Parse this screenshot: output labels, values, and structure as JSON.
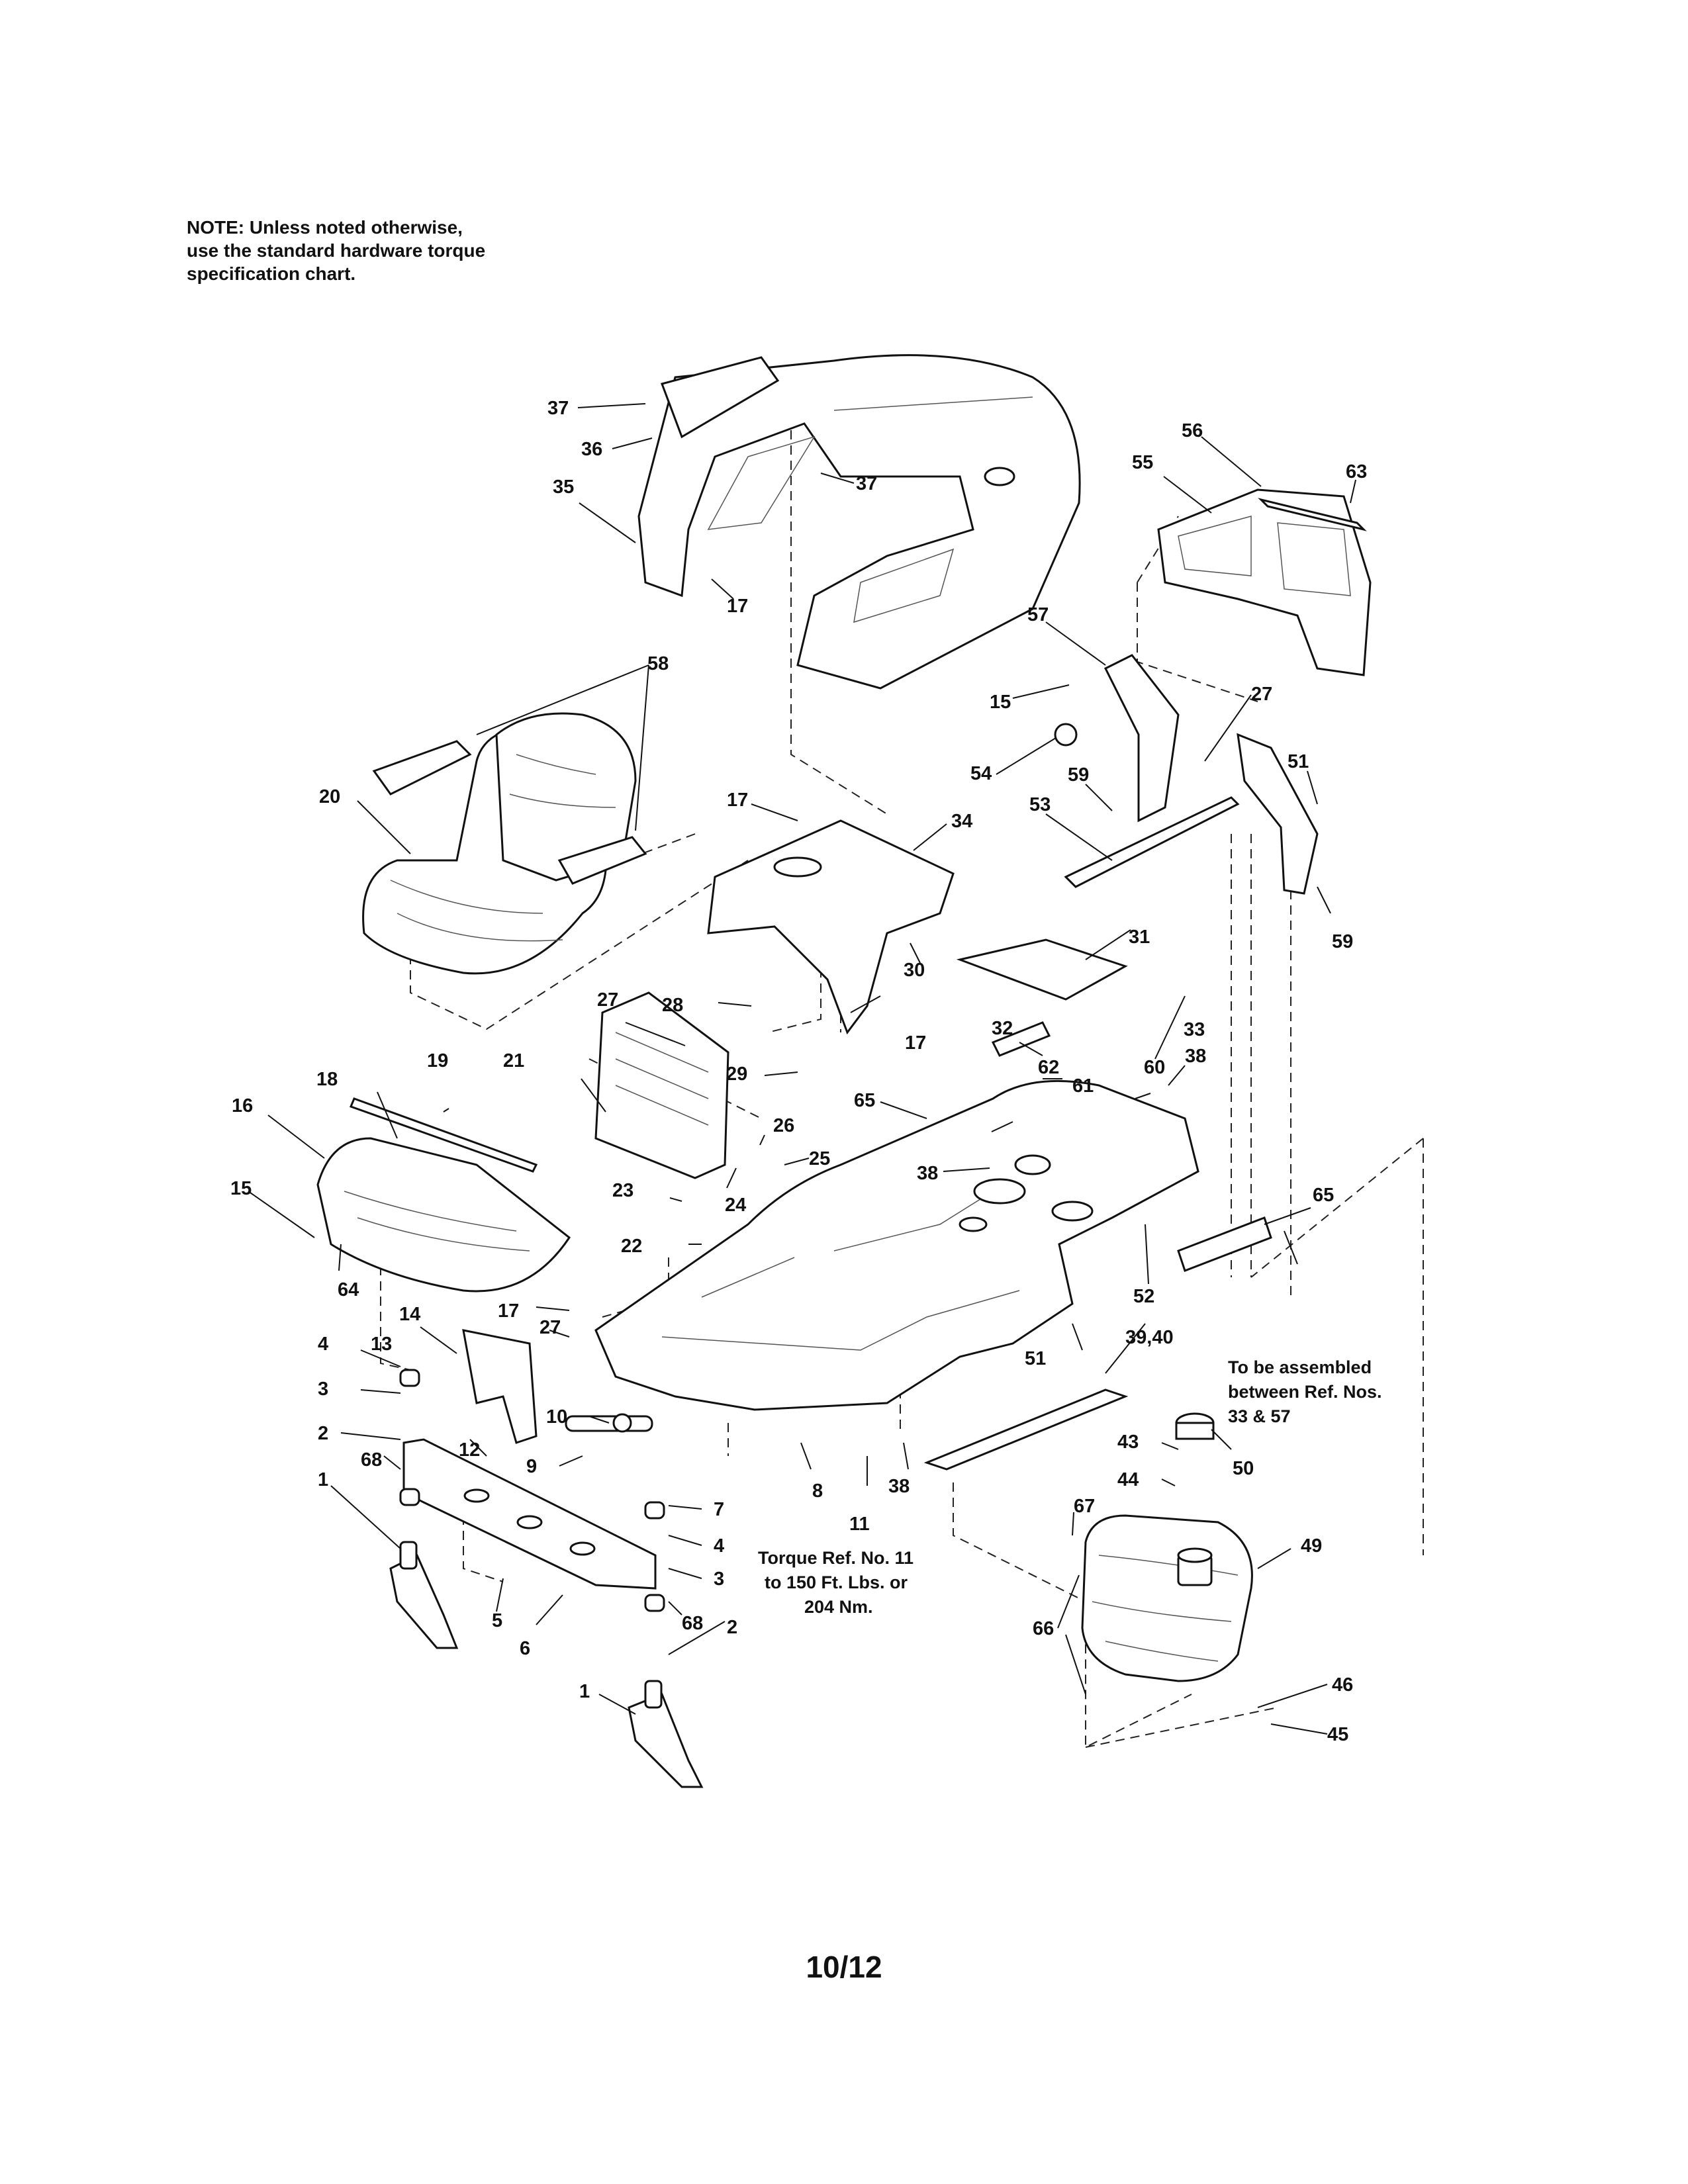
{
  "note": {
    "lines": [
      "NOTE: Unless noted otherwise,",
      "use the standard hardware torque",
      "specification chart."
    ]
  },
  "callouts": [
    {
      "id": "37a",
      "text": "37"
    },
    {
      "id": "36",
      "text": "36"
    },
    {
      "id": "35",
      "text": "35"
    },
    {
      "id": "37b",
      "text": "37"
    },
    {
      "id": "17a",
      "text": "17"
    },
    {
      "id": "56",
      "text": "56"
    },
    {
      "id": "63",
      "text": "63"
    },
    {
      "id": "55",
      "text": "55"
    },
    {
      "id": "58",
      "text": "58"
    },
    {
      "id": "57",
      "text": "57"
    },
    {
      "id": "27a",
      "text": "27"
    },
    {
      "id": "15a",
      "text": "15"
    },
    {
      "id": "20",
      "text": "20"
    },
    {
      "id": "17b",
      "text": "17"
    },
    {
      "id": "34",
      "text": "34"
    },
    {
      "id": "54",
      "text": "54"
    },
    {
      "id": "59a",
      "text": "59"
    },
    {
      "id": "53",
      "text": "53"
    },
    {
      "id": "51a",
      "text": "51"
    },
    {
      "id": "59b",
      "text": "59"
    },
    {
      "id": "31",
      "text": "31"
    },
    {
      "id": "30",
      "text": "30"
    },
    {
      "id": "27b",
      "text": "27"
    },
    {
      "id": "28",
      "text": "28"
    },
    {
      "id": "17c",
      "text": "17"
    },
    {
      "id": "29",
      "text": "29"
    },
    {
      "id": "32",
      "text": "32"
    },
    {
      "id": "33",
      "text": "33"
    },
    {
      "id": "62",
      "text": "62"
    },
    {
      "id": "60",
      "text": "60"
    },
    {
      "id": "61",
      "text": "61"
    },
    {
      "id": "38a",
      "text": "38"
    },
    {
      "id": "19",
      "text": "19"
    },
    {
      "id": "21",
      "text": "21"
    },
    {
      "id": "18",
      "text": "18"
    },
    {
      "id": "16",
      "text": "16"
    },
    {
      "id": "26",
      "text": "26"
    },
    {
      "id": "25",
      "text": "25"
    },
    {
      "id": "65a",
      "text": "65"
    },
    {
      "id": "38b",
      "text": "38"
    },
    {
      "id": "24",
      "text": "24"
    },
    {
      "id": "23",
      "text": "23"
    },
    {
      "id": "15b",
      "text": "15"
    },
    {
      "id": "65b",
      "text": "65"
    },
    {
      "id": "22",
      "text": "22"
    },
    {
      "id": "64",
      "text": "64"
    },
    {
      "id": "52",
      "text": "52"
    },
    {
      "id": "17d",
      "text": "17"
    },
    {
      "id": "14",
      "text": "14"
    },
    {
      "id": "27c",
      "text": "27"
    },
    {
      "id": "51b",
      "text": "51"
    },
    {
      "id": "3940",
      "text": "39,40"
    },
    {
      "id": "4a",
      "text": "4"
    },
    {
      "id": "13",
      "text": "13"
    },
    {
      "id": "3a",
      "text": "3"
    },
    {
      "id": "2a",
      "text": "2"
    },
    {
      "id": "12",
      "text": "12"
    },
    {
      "id": "10",
      "text": "10"
    },
    {
      "id": "43",
      "text": "43"
    },
    {
      "id": "50",
      "text": "50"
    },
    {
      "id": "9",
      "text": "9"
    },
    {
      "id": "68a",
      "text": "68"
    },
    {
      "id": "44",
      "text": "44"
    },
    {
      "id": "1a",
      "text": "1"
    },
    {
      "id": "8",
      "text": "8"
    },
    {
      "id": "38c",
      "text": "38"
    },
    {
      "id": "7",
      "text": "7"
    },
    {
      "id": "67",
      "text": "67"
    },
    {
      "id": "11",
      "text": "11"
    },
    {
      "id": "4b",
      "text": "4"
    },
    {
      "id": "49",
      "text": "49"
    },
    {
      "id": "3b",
      "text": "3"
    },
    {
      "id": "5",
      "text": "5"
    },
    {
      "id": "68b",
      "text": "68"
    },
    {
      "id": "2b",
      "text": "2"
    },
    {
      "id": "66",
      "text": "66"
    },
    {
      "id": "6",
      "text": "6"
    },
    {
      "id": "1b",
      "text": "1"
    },
    {
      "id": "46",
      "text": "46"
    },
    {
      "id": "45",
      "text": "45"
    }
  ],
  "annotations": {
    "assembly": [
      "To be assembled",
      "between Ref. Nos.",
      "33 & 57"
    ],
    "torque": [
      "Torque Ref. No. 11",
      "to 150 Ft. Lbs. or",
      "204 Nm."
    ]
  },
  "page_number": "10/12"
}
